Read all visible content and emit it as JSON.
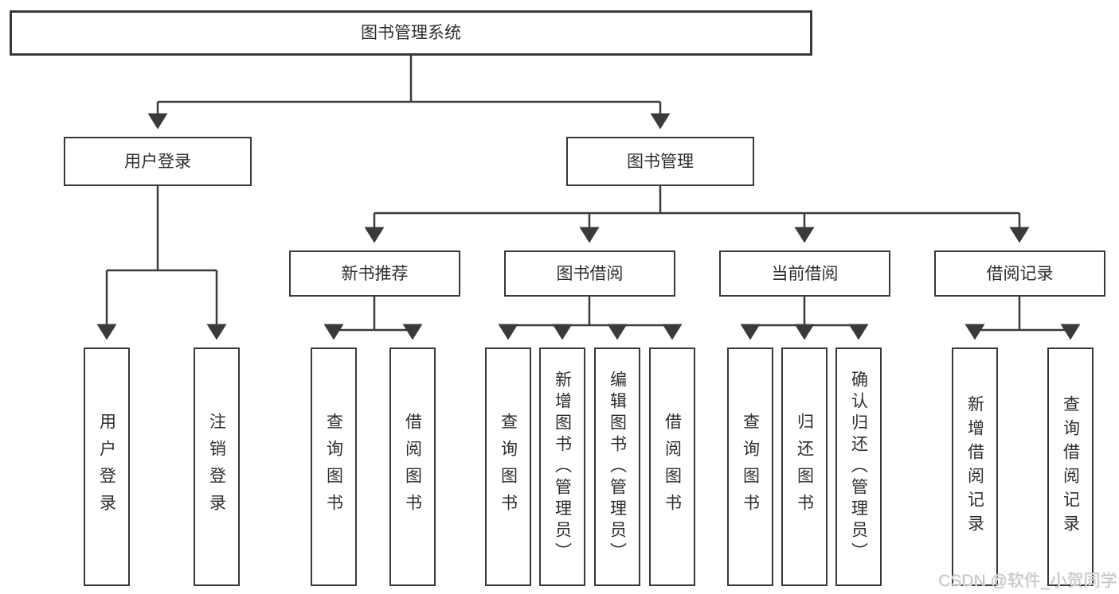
{
  "diagram": {
    "root": {
      "label": "图书管理系统"
    },
    "branches": [
      {
        "label": "用户登录",
        "children": [
          {
            "label": "用户登录"
          },
          {
            "label": "注销登录"
          }
        ]
      },
      {
        "label": "图书管理",
        "sections": [
          {
            "label": "新书推荐",
            "children": [
              {
                "label": "查询图书"
              },
              {
                "label": "借阅图书"
              }
            ]
          },
          {
            "label": "图书借阅",
            "children": [
              {
                "label": "查询图书"
              },
              {
                "label": "新增图书（管理员）"
              },
              {
                "label": "编辑图书（管理员）"
              },
              {
                "label": "借阅图书"
              }
            ]
          },
          {
            "label": "当前借阅",
            "children": [
              {
                "label": "查询图书"
              },
              {
                "label": "归还图书"
              },
              {
                "label": "确认归还（管理员）"
              }
            ]
          },
          {
            "label": "借阅记录",
            "children": [
              {
                "label": "新增借阅记录"
              },
              {
                "label": "查询借阅记录"
              }
            ]
          }
        ]
      }
    ]
  },
  "watermark": {
    "text": "CSDN @软件_小贺同学"
  },
  "colors": {
    "background": "#ffffff",
    "line": "#3a3a3a",
    "box_border": "#383838",
    "text": "#2d2d2d",
    "watermark": "#c6c6c6"
  }
}
